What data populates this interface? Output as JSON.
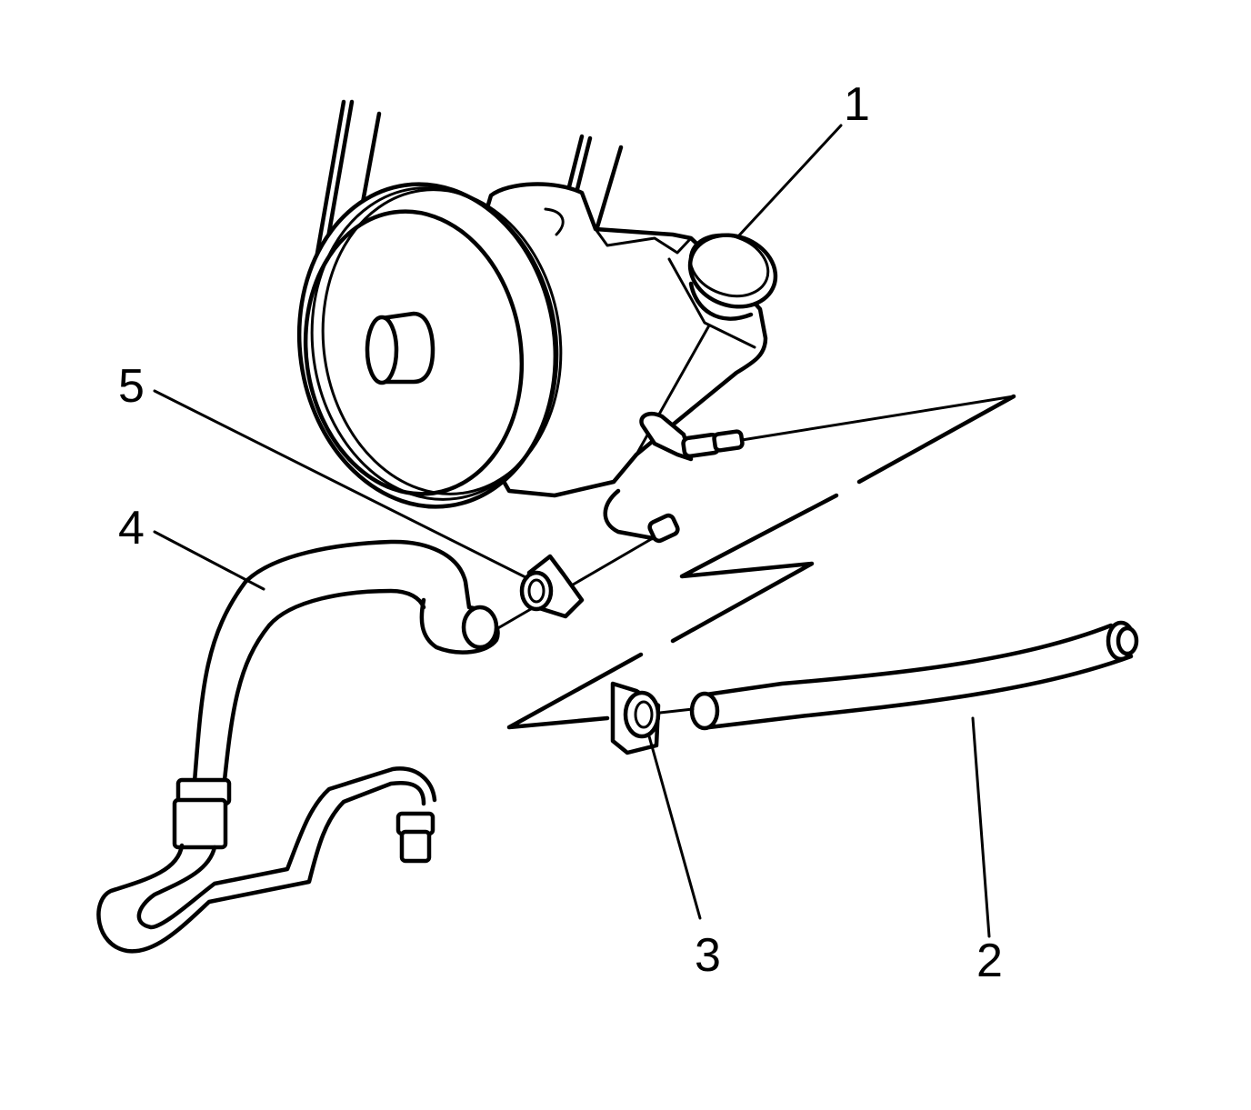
{
  "callouts": [
    {
      "id": "1",
      "text": "1",
      "part": "reservoir-cap"
    },
    {
      "id": "2",
      "text": "2",
      "part": "return-hose"
    },
    {
      "id": "3",
      "text": "3",
      "part": "hose-clamp"
    },
    {
      "id": "4",
      "text": "4",
      "part": "pressure-hose"
    },
    {
      "id": "5",
      "text": "5",
      "part": "hose-clamp"
    }
  ]
}
